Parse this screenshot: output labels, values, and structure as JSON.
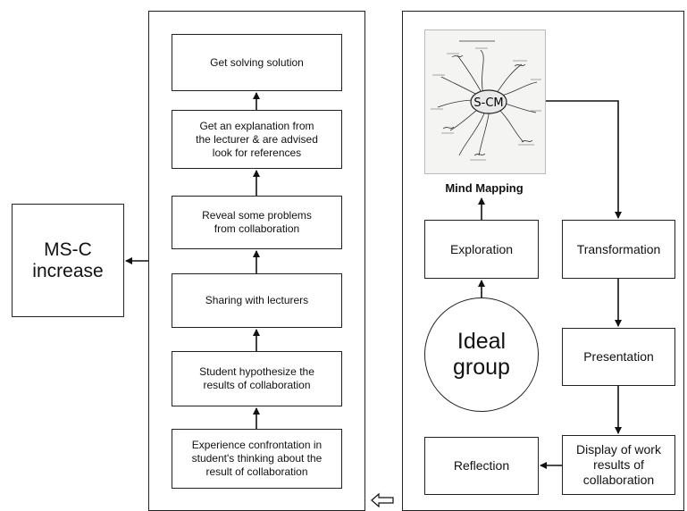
{
  "left_box": {
    "label": "MS-C\nincrease"
  },
  "middle_steps": [
    "Experience confrontation in\nstudent's thinking about the\nresult of collaboration",
    "Student hypothesize the\nresults of collaboration",
    "Sharing with lecturers",
    "Reveal some problems\nfrom collaboration",
    "Get an explanation from\nthe lecturer & are advised\nlook for references",
    "Get solving solution"
  ],
  "right_panel": {
    "mind_map_caption": "Mind Mapping",
    "mind_map_center_text": "S-CM",
    "ideal_group": "Ideal\ngroup",
    "exploration": "Exploration",
    "transformation": "Transformation",
    "presentation": "Presentation",
    "display": "Display of work\nresults of\ncollaboration",
    "reflection": "Reflection"
  }
}
